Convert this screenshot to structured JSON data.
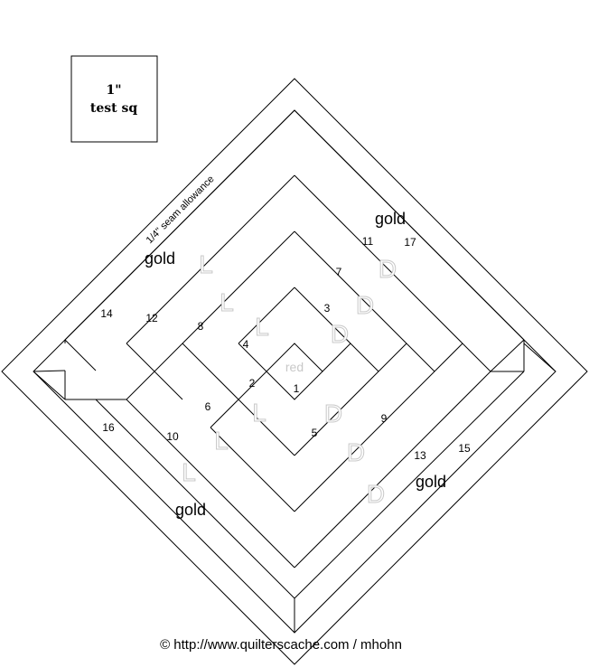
{
  "test_square": {
    "line1": "1\"",
    "line2": "test sq"
  },
  "seam_label": "1/4\" seam allowance",
  "center_label": "red",
  "piece_numbers": [
    "1",
    "2",
    "3",
    "4",
    "5",
    "6",
    "7",
    "8",
    "9",
    "10",
    "11",
    "12",
    "13",
    "14",
    "15",
    "16",
    "17"
  ],
  "gold_labels": [
    "gold",
    "gold",
    "gold",
    "gold"
  ],
  "light_mark": "L",
  "dark_mark": "D",
  "credit": "© http://www.quilterscache.com / mhohn"
}
